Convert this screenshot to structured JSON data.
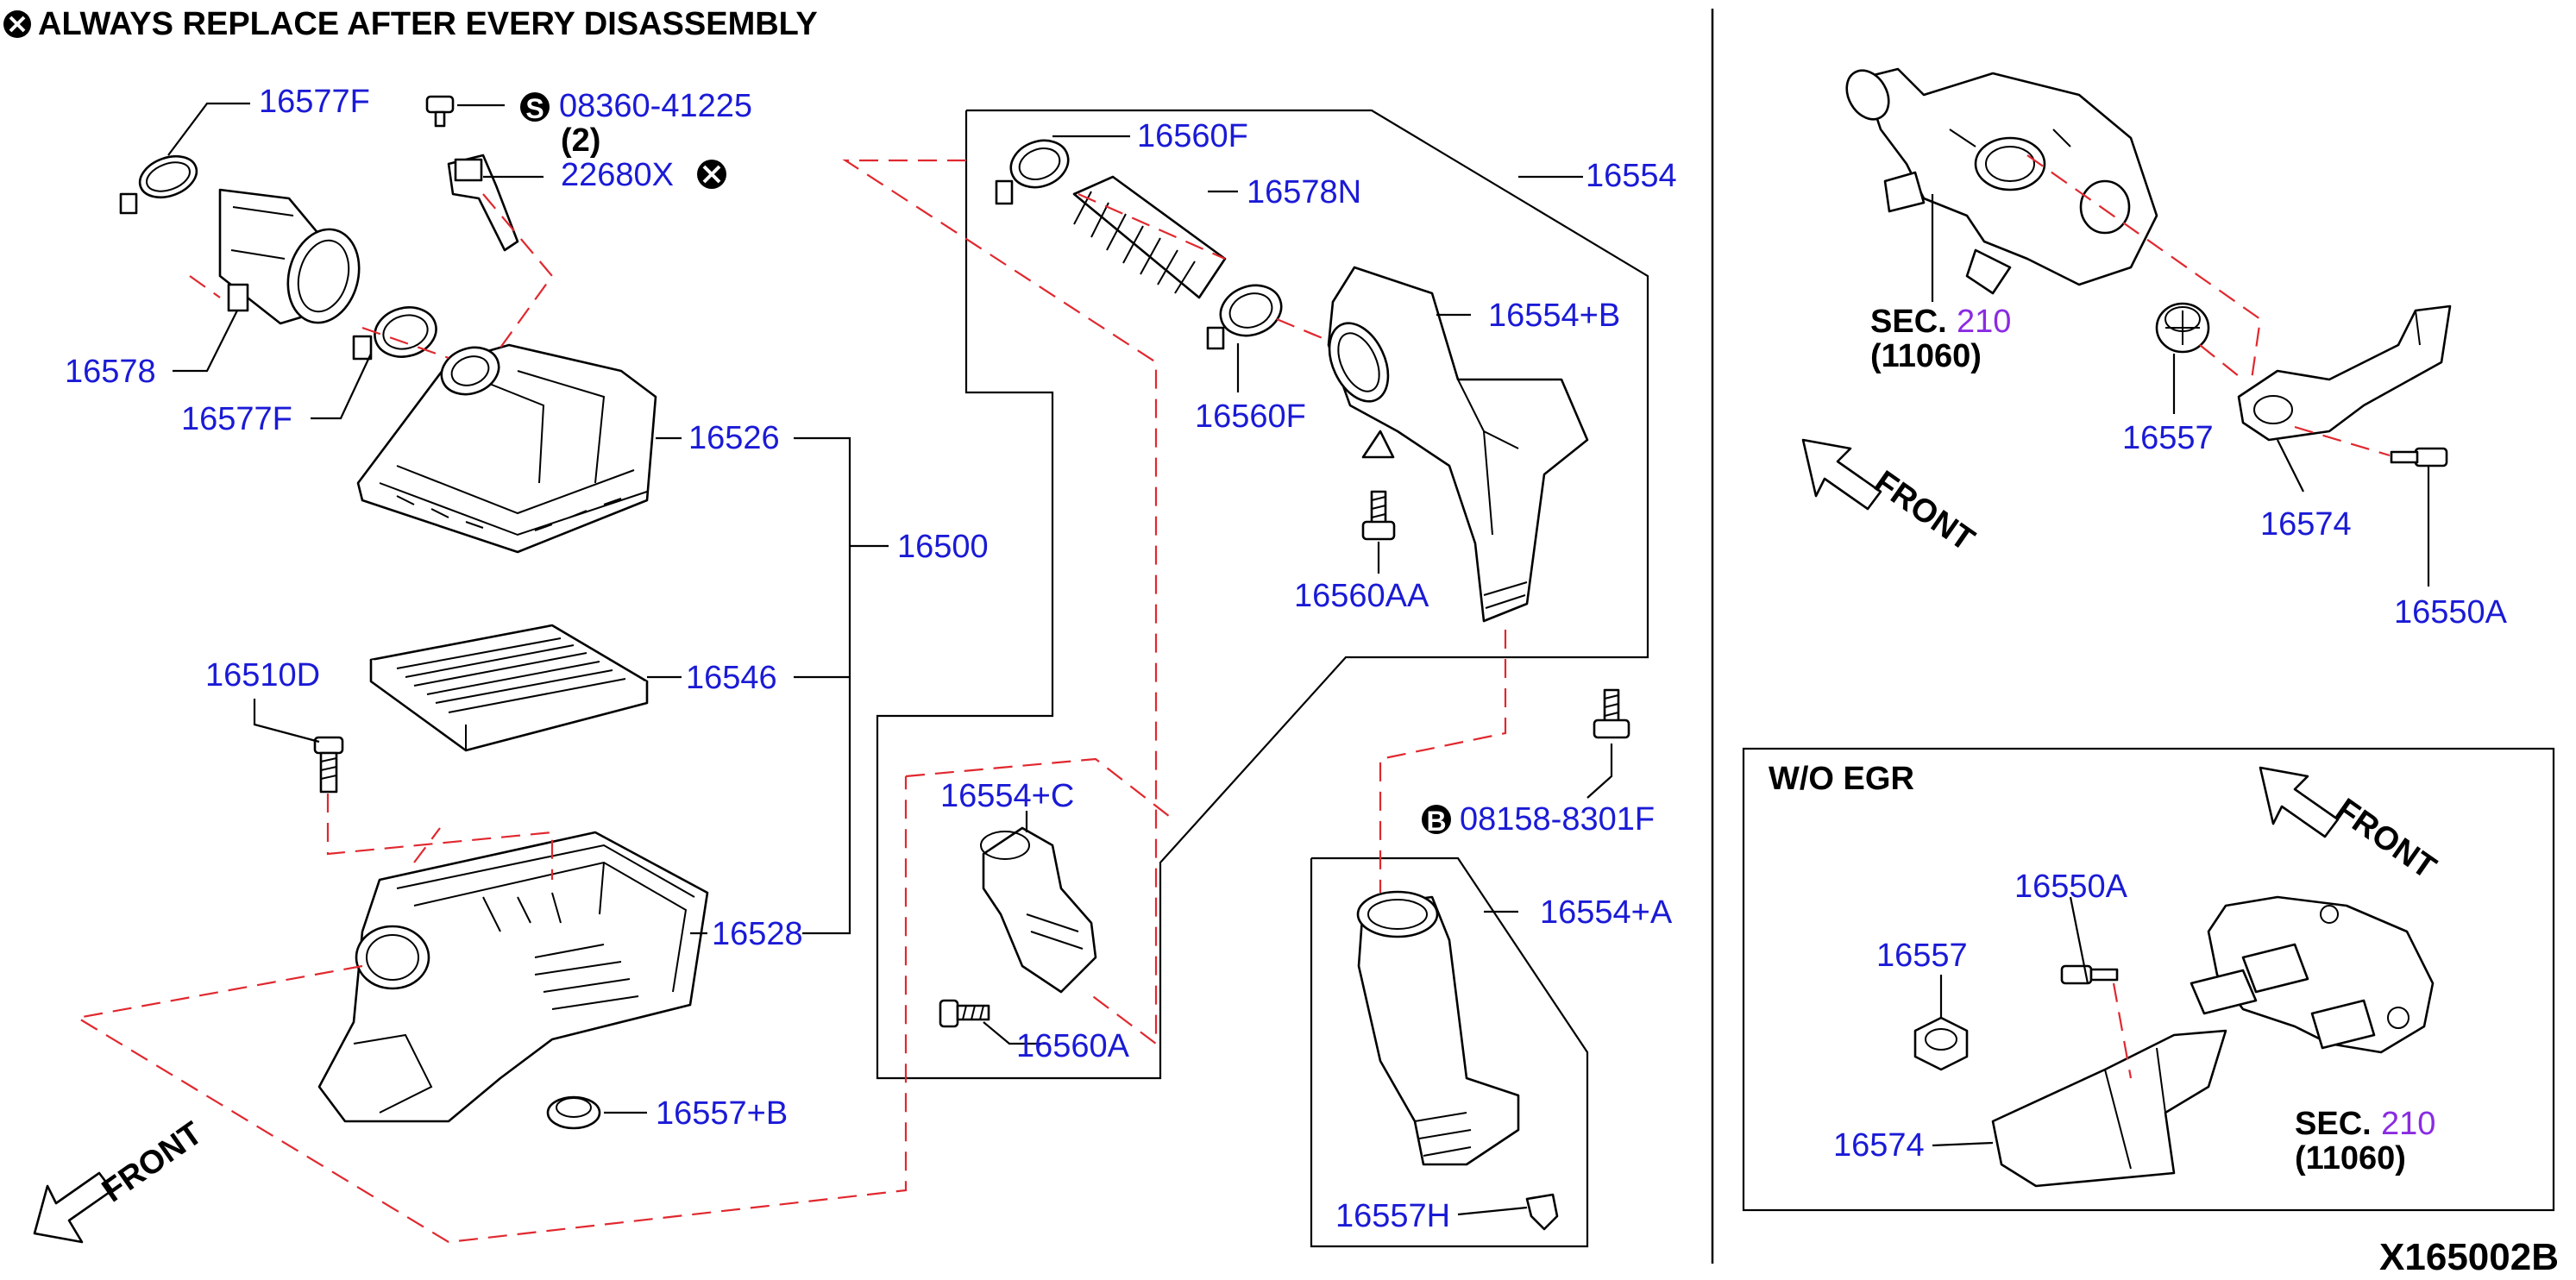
{
  "header": {
    "note": "ALWAYS REPLACE AFTER EVERY DISASSEMBLY",
    "note_icon": "x-circle-icon"
  },
  "labels": {
    "p16577F_top": "16577F",
    "p08360": "08360-41225",
    "p08360_qty": "(2)",
    "p22680X": "22680X",
    "p16578": "16578",
    "p16577F_bot": "16577F",
    "p16526": "16526",
    "p16500": "16500",
    "p16546": "16546",
    "p16510D": "16510D",
    "p16528": "16528",
    "p16557B": "16557+B",
    "p16560F_top": "16560F",
    "p16578N": "16578N",
    "p16554": "16554",
    "p16554B": "16554+B",
    "p16560F_mid": "16560F",
    "p16560AA": "16560AA",
    "p16554C": "16554+C",
    "p16560A": "16560A",
    "p08158": "08158-8301F",
    "p16554A": "16554+A",
    "p16557H": "16557H",
    "sec_top": "SEC.",
    "sec_top_num": "210",
    "sec_top_sub": "(11060)",
    "p16557_top": "16557",
    "p16574_top": "16574",
    "p16550A_top": "16550A",
    "wo_egr": "W/O EGR",
    "p16550A_box": "16550A",
    "p16557_box": "16557",
    "p16574_box": "16574",
    "sec_box": "SEC.",
    "sec_box_num": "210",
    "sec_box_sub": "(11060)",
    "front_a": "FRONT",
    "front_b": "FRONT",
    "front_c": "FRONT",
    "diagram_code": "X165002B"
  },
  "symbols": {
    "s_mark": "S",
    "b_mark": "B"
  },
  "colors": {
    "part_number": "#1a1ad6",
    "section_number": "#8a2be2",
    "dashed_line": "#e0282e",
    "outline": "#000000"
  }
}
